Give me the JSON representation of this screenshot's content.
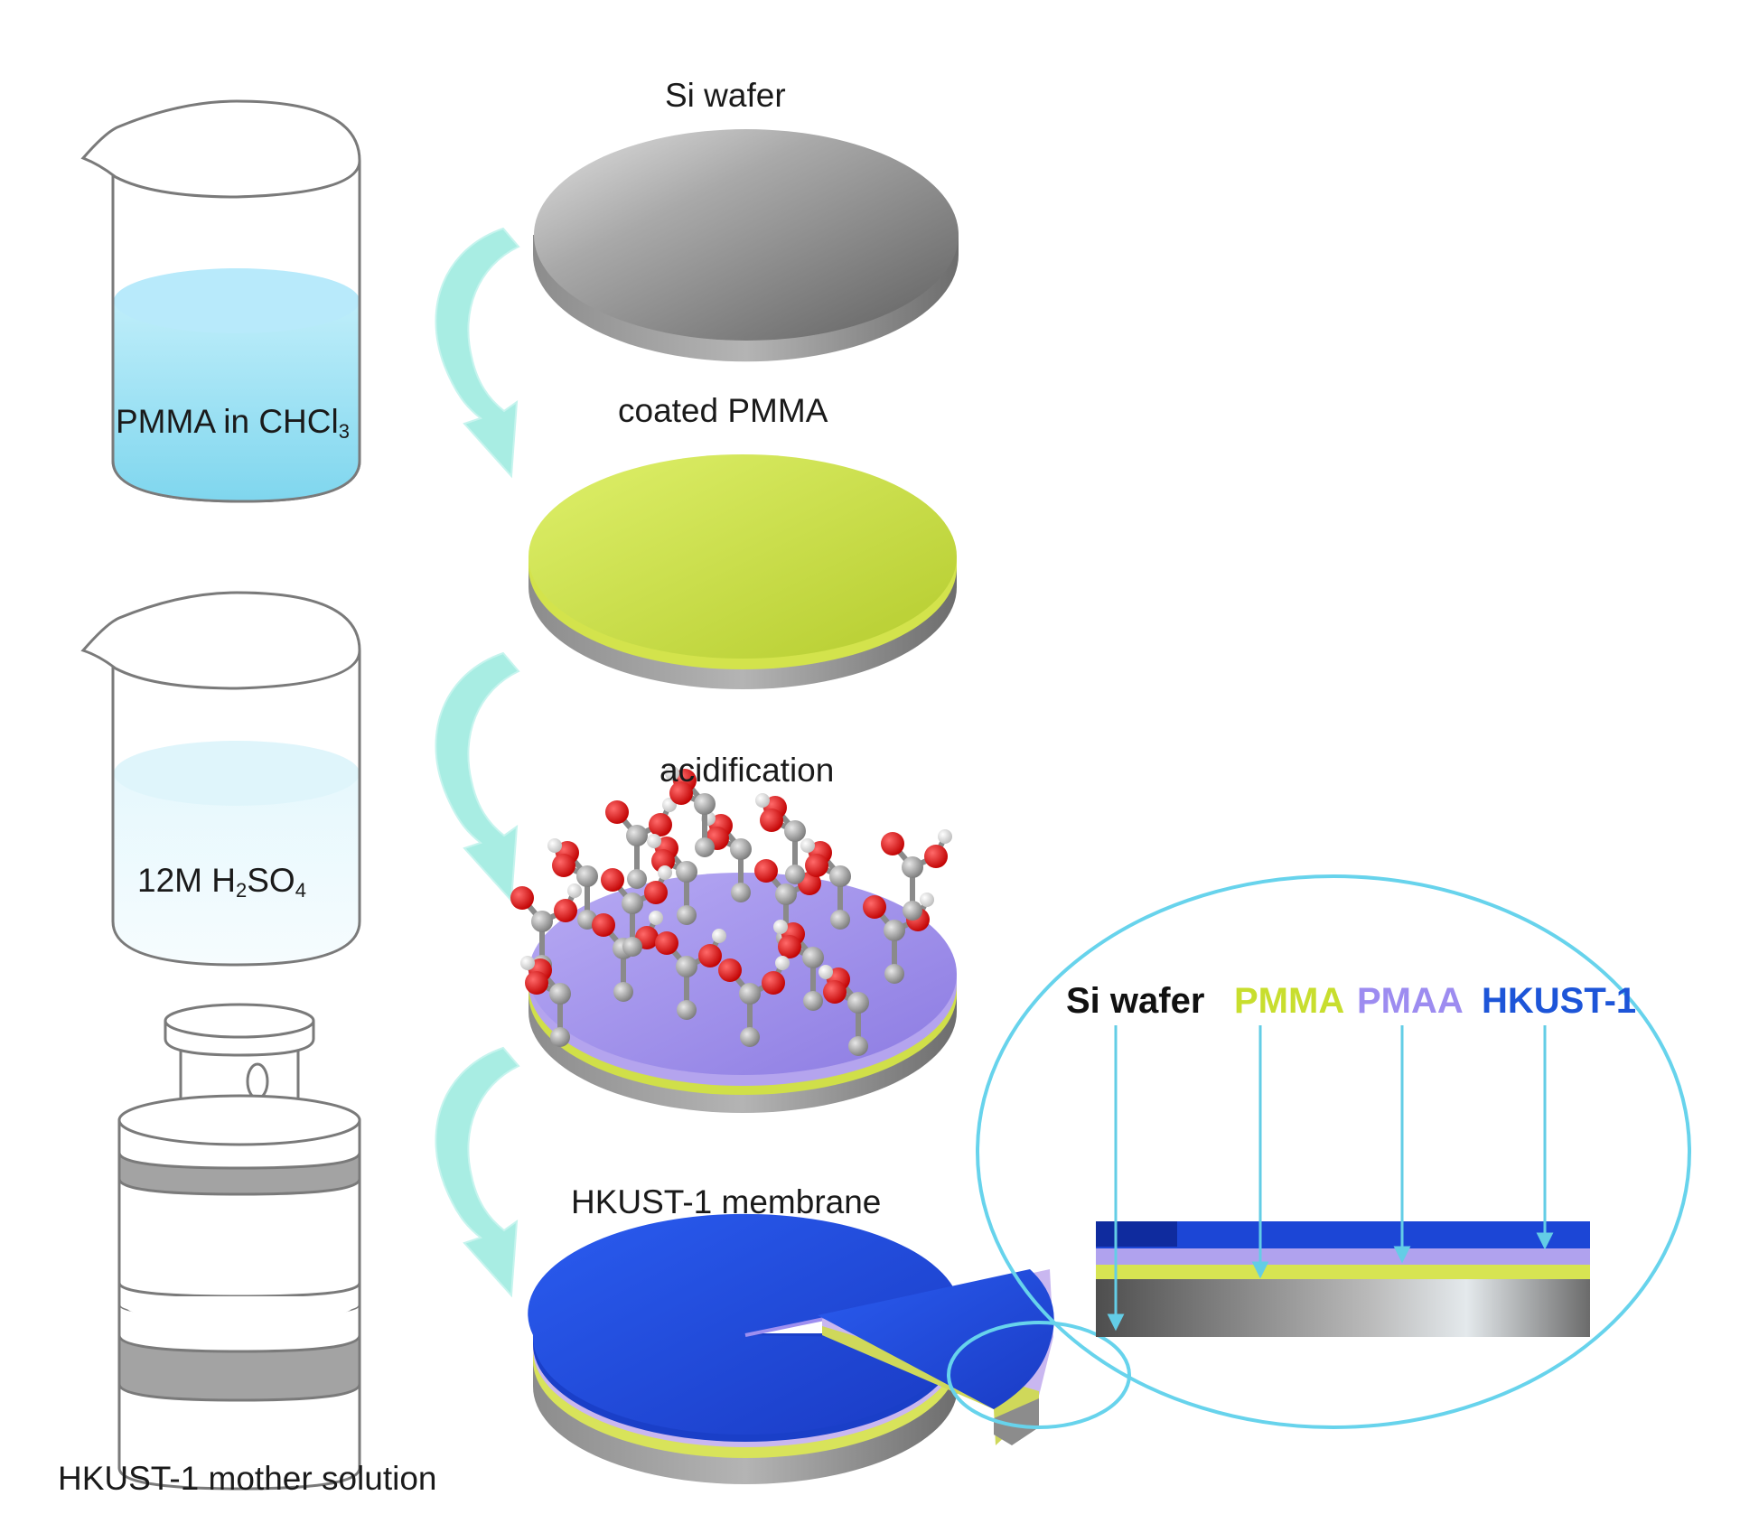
{
  "beakers": {
    "pmma": {
      "label": "PMMA in CHCl",
      "sub": "3"
    },
    "acid": {
      "label_pre": "12M H",
      "sub1": "2",
      "label_mid": "SO",
      "sub2": "4"
    },
    "autoclave": {
      "label": "HKUST-1 mother solution"
    }
  },
  "steps": {
    "wafer": "Si wafer",
    "coated": "coated PMMA",
    "acidification": "acidification",
    "membrane": "HKUST-1 membrane"
  },
  "zoom": {
    "labels": [
      {
        "text": "Si wafer",
        "color": "#111111"
      },
      {
        "text": "PMMA",
        "color": "#c8de2e"
      },
      {
        "text": "PMAA",
        "color": "#9d8cf0"
      },
      {
        "text": "HKUST-1",
        "color": "#1d55d8"
      }
    ]
  },
  "colors": {
    "liquid": "#9fe3f3",
    "arrow": "#a8ede3",
    "pmma_layer": "#c6dc3e",
    "pmaa_layer": "#a797e8",
    "hkust_layer": "#1c46d6",
    "si_wafer": "#8a8a8a",
    "zoom_outline": "#67d3ec"
  }
}
